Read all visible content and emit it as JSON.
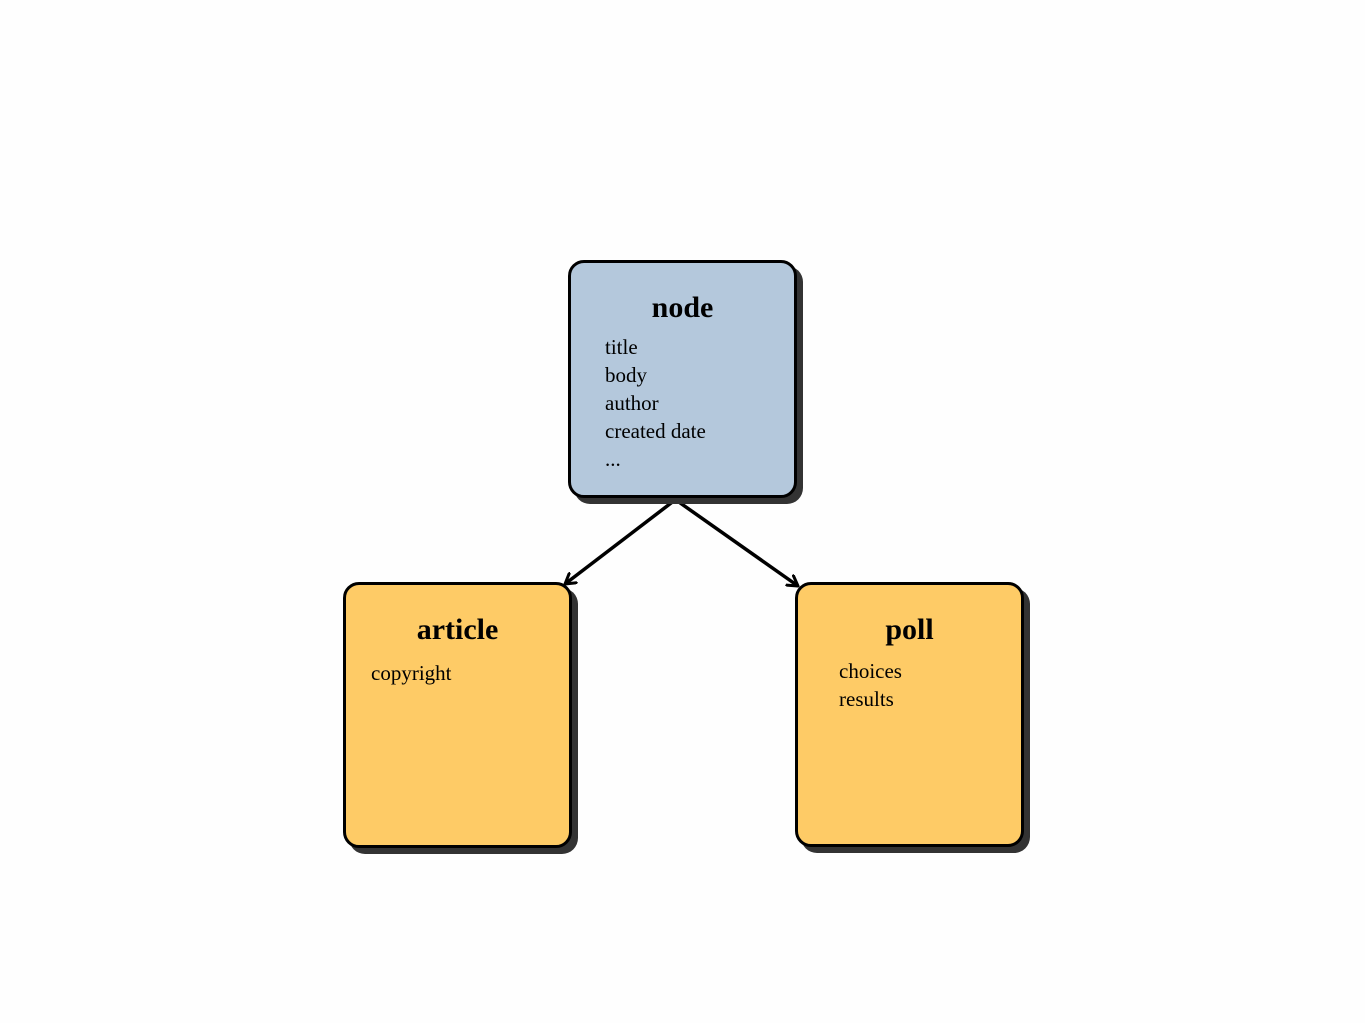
{
  "diagram": {
    "colors": {
      "parent_fill": "#b4c8dc",
      "child_fill": "#fecb66",
      "outline": "#000000",
      "shadow": "#333333",
      "background": "#fefefe"
    },
    "nodes": [
      {
        "id": "node",
        "title": "node",
        "fields": [
          "title",
          "body",
          "author",
          "created date",
          "..."
        ]
      },
      {
        "id": "article",
        "title": "article",
        "fields": [
          "copyright"
        ]
      },
      {
        "id": "poll",
        "title": "poll",
        "fields": [
          "choices",
          "results"
        ]
      }
    ],
    "edges": [
      {
        "from": "node",
        "to": "article"
      },
      {
        "from": "node",
        "to": "poll"
      }
    ]
  }
}
